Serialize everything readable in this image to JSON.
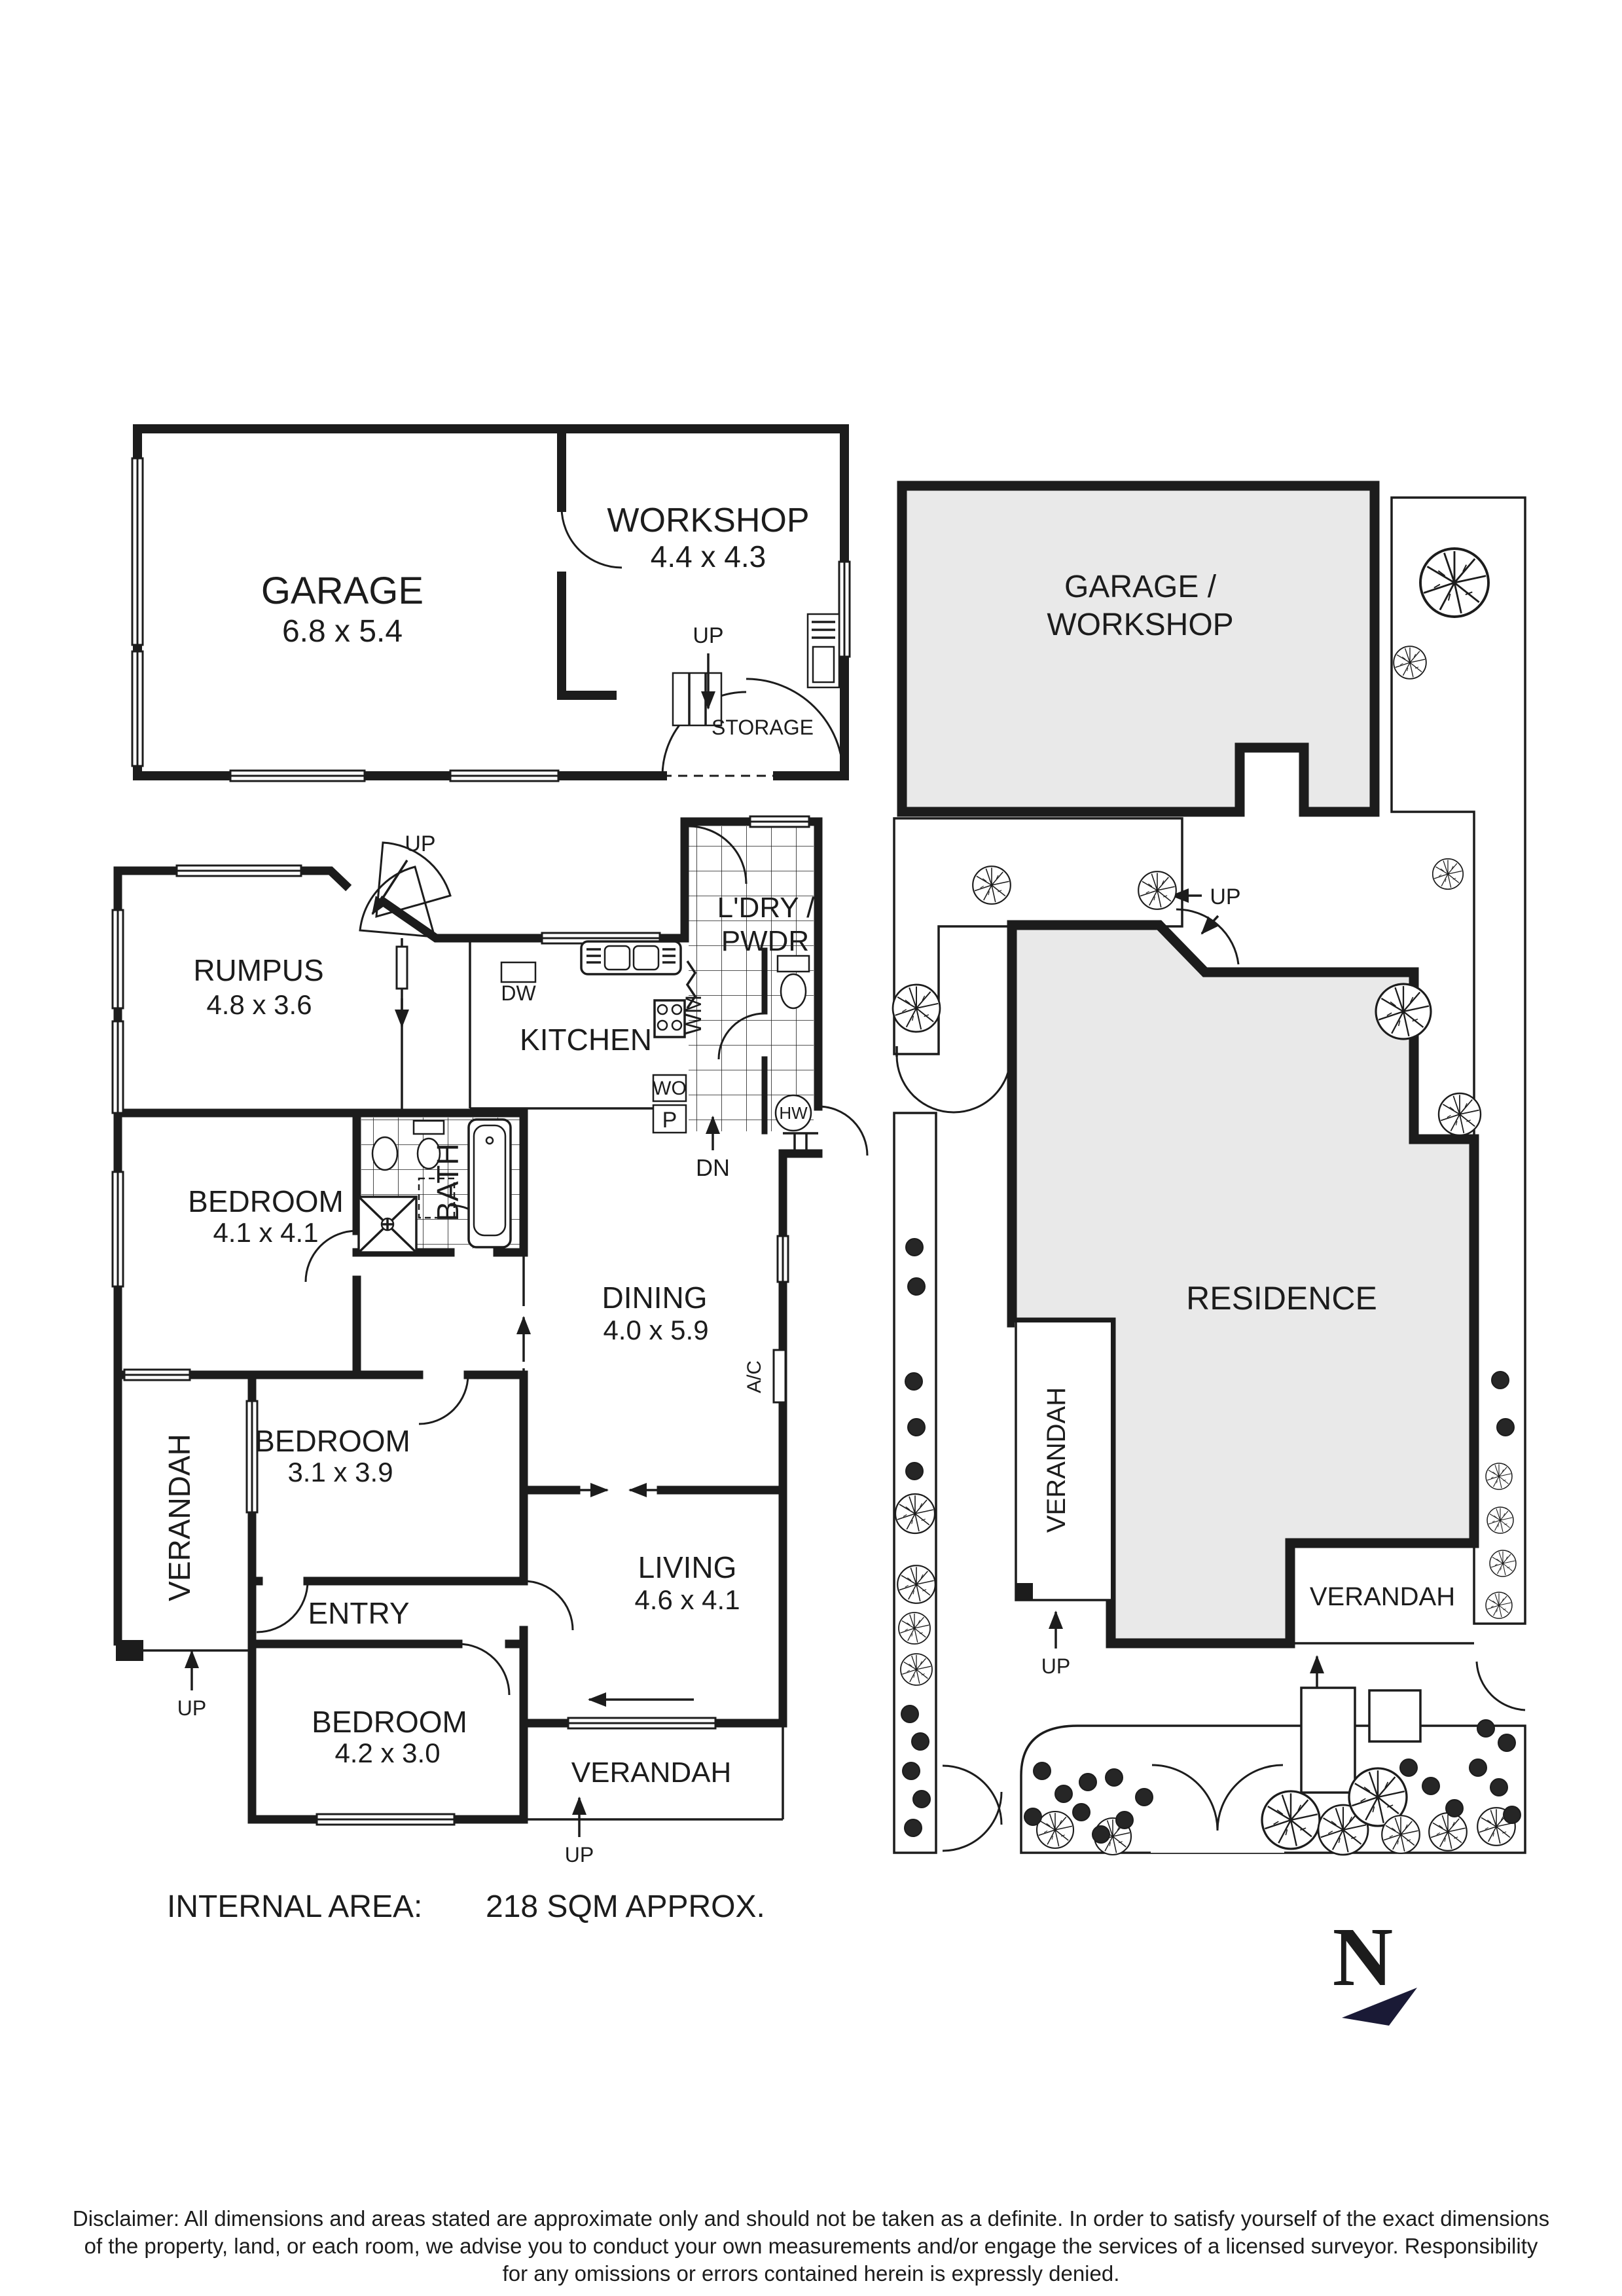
{
  "colors": {
    "ink": "#1c1c1c",
    "site_fill": "#e9e9e9",
    "north": "#1a1a36"
  },
  "outbuilding": {
    "garage": {
      "label": "GARAGE",
      "dims": "6.8 x 5.4"
    },
    "workshop": {
      "label": "WORKSHOP",
      "dims": "4.4 x 4.3"
    },
    "storage_label": "STORAGE",
    "up_label": "UP"
  },
  "house": {
    "stair_up": "UP",
    "rumpus": {
      "label": "RUMPUS",
      "dims": "4.8 x 3.6"
    },
    "kitchen": {
      "label": "KITCHEN",
      "dishwasher": "DW",
      "wall_oven": "WO",
      "pantry": "P"
    },
    "laundry": {
      "line1": "L'DRY /",
      "line2": "PWDR",
      "washing_machine": "WM",
      "hot_water": "HW",
      "down": "DN"
    },
    "bath": {
      "label": "BATH"
    },
    "bedroom_rear": {
      "label": "BEDROOM",
      "dims": "4.1 x 4.1"
    },
    "dining": {
      "label": "DINING",
      "dims": "4.0 x 5.9",
      "aircon": "A/C"
    },
    "bedroom_middle": {
      "label": "BEDROOM",
      "dims": "3.1 x 3.9"
    },
    "entry": {
      "label": "ENTRY"
    },
    "living": {
      "label": "LIVING",
      "dims": "4.6  x 4.1"
    },
    "bedroom_front": {
      "label": "BEDROOM",
      "dims": "4.2 x 3.0"
    },
    "verandah_side": {
      "label": "VERANDAH",
      "up": "UP"
    },
    "verandah_front": {
      "label": "VERANDAH",
      "up": "UP"
    }
  },
  "site": {
    "garage_workshop": {
      "line1": "GARAGE /",
      "line2": "WORKSHOP"
    },
    "residence_label": "RESIDENCE",
    "stair_up": "UP",
    "verandah_side": {
      "label": "VERANDAH",
      "up": "UP"
    },
    "verandah_front": {
      "label": "VERANDAH",
      "up": "UP"
    }
  },
  "summary": {
    "label": "INTERNAL AREA:",
    "value": "218 SQM APPROX."
  },
  "north": {
    "letter": "N"
  },
  "disclaimer": {
    "line1": "Disclaimer: All dimensions and areas stated are approximate only and should not be taken as a definite. In order to satisfy yourself of the exact dimensions",
    "line2": "of the property, land, or each room, we advise you to conduct your own measurements and/or engage the services of a licensed surveyor. Responsibility",
    "line3": "for any omissions or errors contained herein is expressly denied."
  }
}
